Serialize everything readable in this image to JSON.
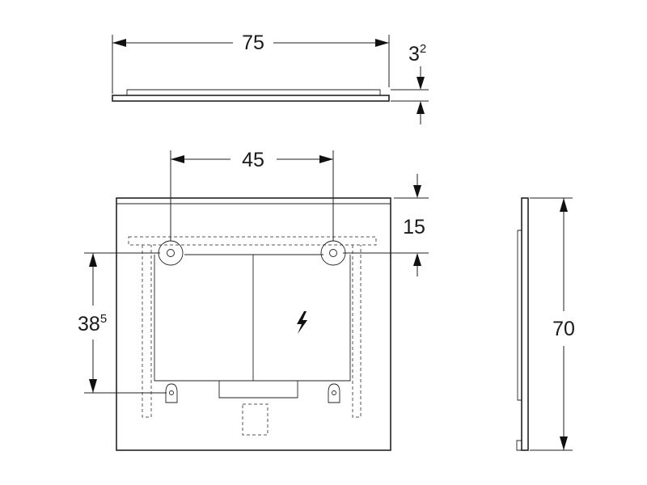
{
  "drawing": {
    "dimensions": {
      "width_total": "75",
      "thickness_base": "3",
      "thickness_sup": "2",
      "mount_spacing": "45",
      "top_offset": "15",
      "vertical_spacing_base": "38",
      "vertical_spacing_sup": "5",
      "height_total": "70"
    },
    "icons": {
      "power": "electrical-connection-icon"
    }
  }
}
